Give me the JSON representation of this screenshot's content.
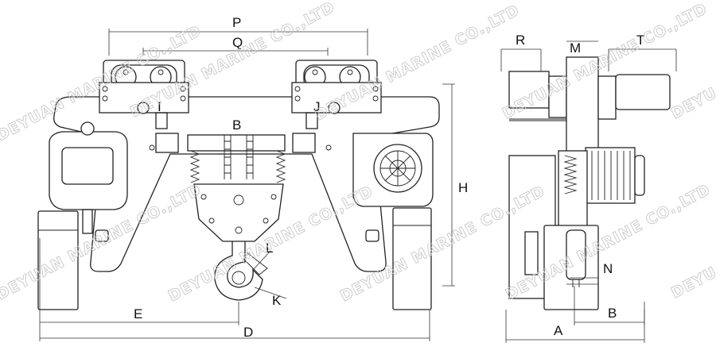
{
  "watermark": "DEYUAN MARINE CO.,LTD",
  "dimension_labels": {
    "P": "P",
    "Q": "Q",
    "B_top": "B",
    "H": "H",
    "I": "I",
    "J": "J",
    "L": "L",
    "K": "K",
    "E": "E",
    "D": "D",
    "R": "R",
    "M": "M",
    "T": "T",
    "N": "N",
    "A": "A",
    "B_side": "B"
  }
}
